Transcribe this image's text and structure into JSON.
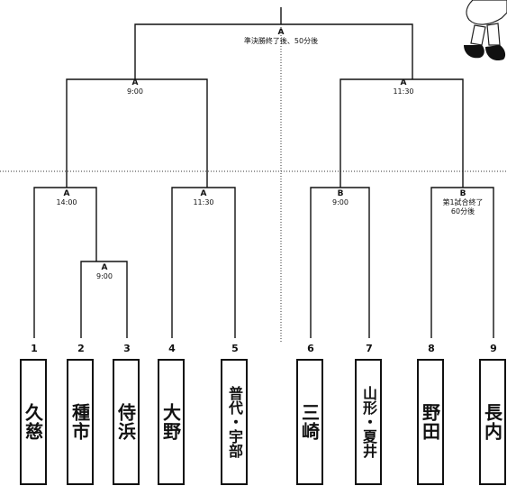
{
  "matches": {
    "final": {
      "court": "A",
      "time": "準決勝終了後、50分後"
    },
    "semi_left": {
      "court": "A",
      "time": "9:00"
    },
    "semi_right": {
      "court": "A",
      "time": "11:30"
    },
    "qf_1": {
      "court": "A",
      "time": "14:00"
    },
    "r1": {
      "court": "A",
      "time": "9:00"
    },
    "qf_2": {
      "court": "A",
      "time": "11:30"
    },
    "qf_3": {
      "court": "B",
      "time": "9:00"
    },
    "qf_4": {
      "court": "B",
      "time": "第1試合終了 60分後"
    }
  },
  "teams": [
    {
      "number": "1",
      "name": "久慈"
    },
    {
      "number": "2",
      "name": "種市"
    },
    {
      "number": "3",
      "name": "侍浜"
    },
    {
      "number": "4",
      "name": "大野"
    },
    {
      "number": "5",
      "name": "普代・宇部"
    },
    {
      "number": "6",
      "name": "三崎"
    },
    {
      "number": "7",
      "name": "山形・夏井"
    },
    {
      "number": "8",
      "name": "野田"
    },
    {
      "number": "9",
      "name": "長内"
    }
  ]
}
